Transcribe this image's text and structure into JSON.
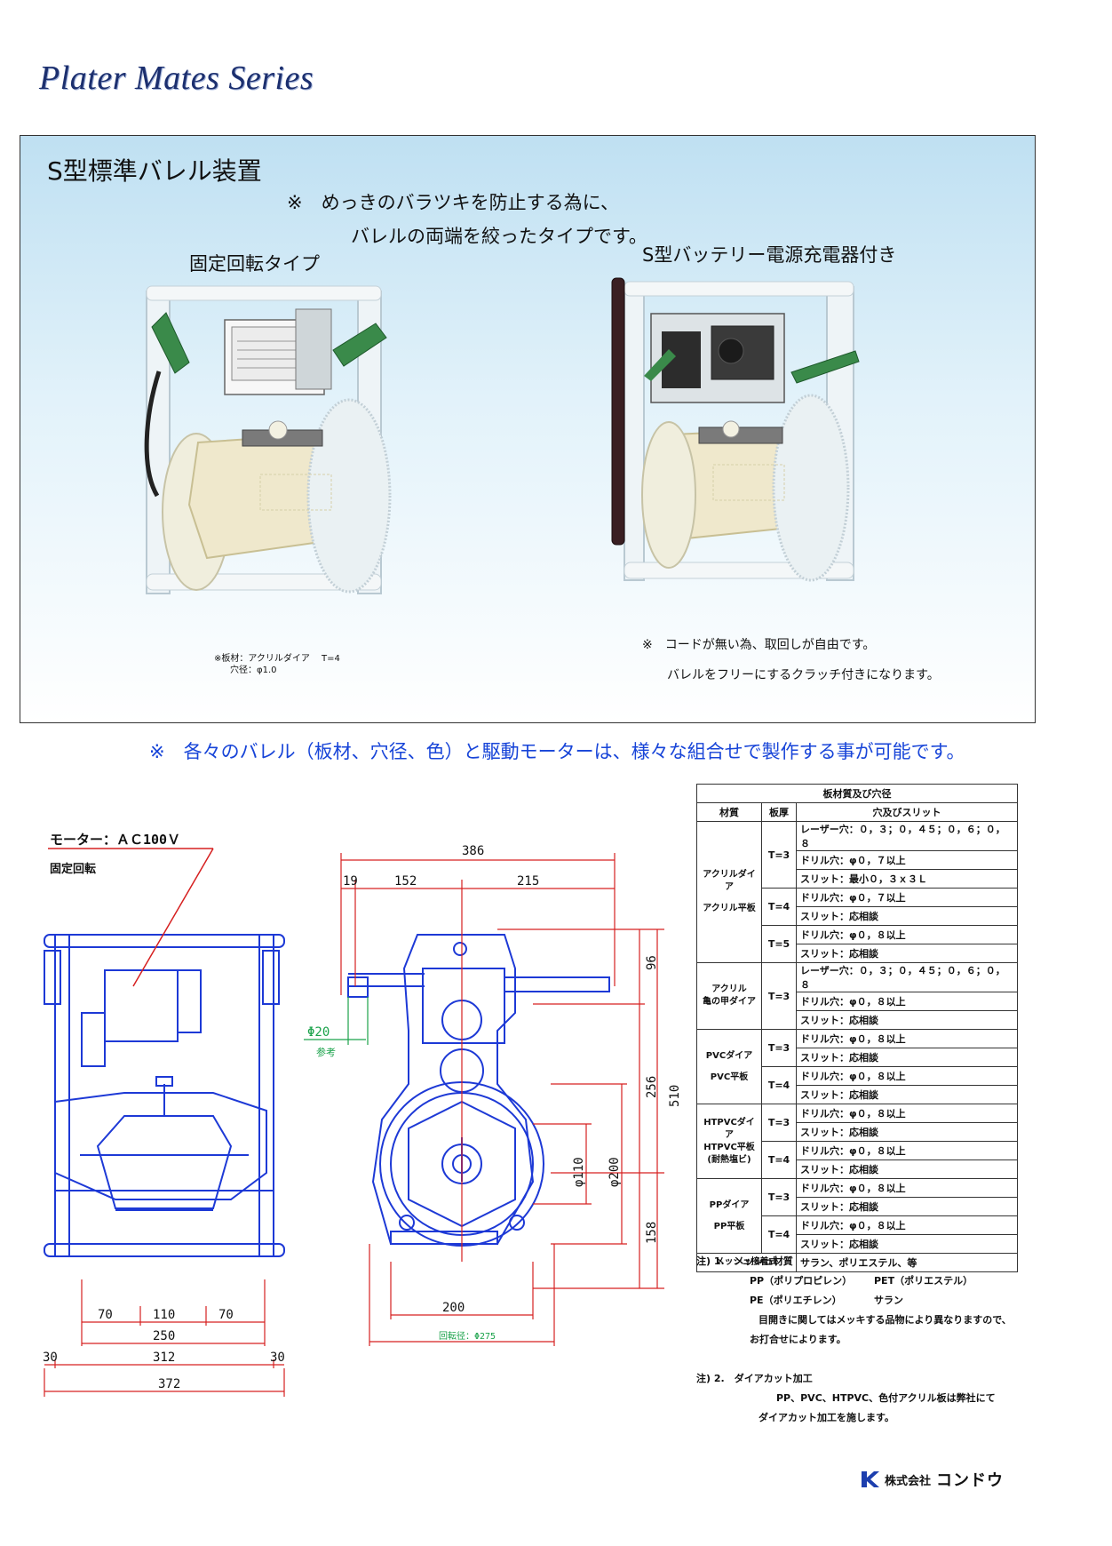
{
  "header": {
    "series_title": "Plater Mates Series"
  },
  "panel": {
    "heading": "S型標準バレル装置",
    "note_line1": "※　めっきのバラツキを防止する為に、",
    "note_line2": "バレルの両端を絞ったタイプです。",
    "left_caption": "固定回転タイプ",
    "right_caption": "S型バッテリー電源充電器付き",
    "spec_line1": "※板材：アクリルダイア　 T=4",
    "spec_line2": "穴径：φ1.0",
    "photo_note_line1": "※　コードが無い為、取回しが自由です。",
    "photo_note_line2": "バレルをフリーにするクラッチ付きになります。"
  },
  "combination_note": "※　各々のバレル（板材、穴径、色）と駆動モーターは、様々な組合せで製作する事が可能です。",
  "front_drawing": {
    "motor_label": "モーター：ＡＣ100Ｖ",
    "rotation_label": "固定回転",
    "dims": {
      "d70a": "70",
      "d110": "110",
      "d70b": "70",
      "d250": "250",
      "d30a": "30",
      "d312": "312",
      "d30b": "30",
      "d372": "372"
    }
  },
  "side_drawing": {
    "dims": {
      "d386": "386",
      "d19": "19",
      "d152": "152",
      "d215": "215",
      "d96": "96",
      "d256": "256",
      "d510": "510",
      "d158": "158",
      "phi110": "φ110",
      "phi200": "φ200",
      "d200": "200"
    },
    "phi20": "Φ20",
    "ref": "参考",
    "rotation_diameter": "回転径：Φ275"
  },
  "spec_table": {
    "title": "板材質及び穴径",
    "headers": [
      "材質",
      "板厚",
      "穴及びスリット"
    ],
    "groups": [
      {
        "material": [
          "アクリルダイア",
          "アクリル平板"
        ],
        "rows": [
          {
            "t": "T=3",
            "items": [
              "レーザー穴：０，３；０，４５；０，６；０，８",
              "ドリル穴：φ０，７以上",
              "スリット：最小０，３ｘ３Ｌ"
            ]
          },
          {
            "t": "T=4",
            "items": [
              "ドリル穴：φ０，７以上",
              "スリット：応相談"
            ]
          },
          {
            "t": "T=5",
            "items": [
              "ドリル穴：φ０，８以上",
              "スリット：応相談"
            ]
          }
        ]
      },
      {
        "material": [
          "アクリル",
          "亀の甲ダイア"
        ],
        "rows": [
          {
            "t": "T=3",
            "items": [
              "レーザー穴：０，３；０，４５；０，６；０，８",
              "ドリル穴：φ０，８以上",
              "スリット：応相談"
            ]
          }
        ]
      },
      {
        "material": [
          "PVCダイア",
          "PVC平板"
        ],
        "rows": [
          {
            "t": "T=3",
            "items": [
              "ドリル穴：φ０，８以上",
              "スリット：応相談"
            ]
          },
          {
            "t": "T=4",
            "items": [
              "ドリル穴：φ０，８以上",
              "スリット：応相談"
            ]
          }
        ]
      },
      {
        "material": [
          "HTPVCダイア",
          "HTPVC平板",
          "(耐熱塩ビ)"
        ],
        "rows": [
          {
            "t": "T=3",
            "items": [
              "ドリル穴：φ０，８以上",
              "スリット：応相談"
            ]
          },
          {
            "t": "T=4",
            "items": [
              "ドリル穴：φ０，８以上",
              "スリット：応相談"
            ]
          }
        ]
      },
      {
        "material": [
          "PPダイア",
          "PP平板"
        ],
        "rows": [
          {
            "t": "T=3",
            "items": [
              "ドリル穴：φ０，８以上",
              "スリット：応相談"
            ]
          },
          {
            "t": "T=4",
            "items": [
              "ドリル穴：φ０，８以上",
              "スリット：応相談"
            ]
          }
        ]
      }
    ],
    "mesh_label": "メッシュ接着式",
    "mesh_value": "サラン、ポリエステル、等"
  },
  "footnotes": {
    "note1_title": "注) 1.　メッシュ材質",
    "pp": "PP（ポリプロピレン）",
    "pet": "PET（ポリエステル）",
    "pe": "PE（ポリエチレン）",
    "saran": "サラン",
    "note1_body1": "目開きに関してはメッキする品物により異なりますので、",
    "note1_body2": "お打合せによります。",
    "note2_title": "注) 2.　ダイアカット加工",
    "note2_body1": "PP、PVC、HTPVC、色付アクリル板は弊社にて",
    "note2_body2": "ダイアカット加工を施します。"
  },
  "logo": {
    "company": "株式会社",
    "brand": "コンドウ"
  }
}
